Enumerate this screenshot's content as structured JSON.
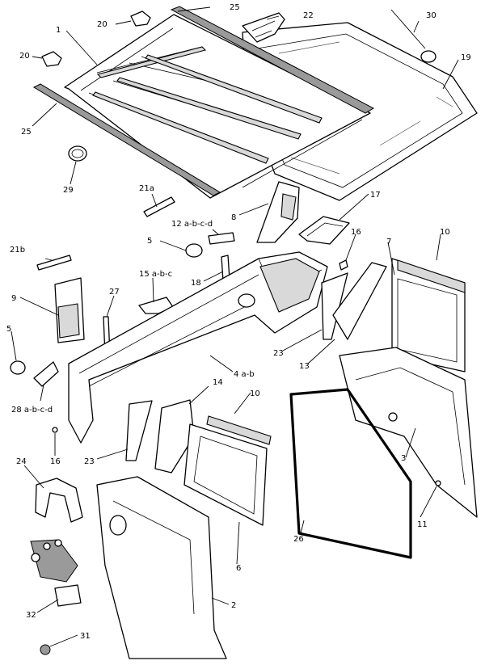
{
  "callouts": [
    {
      "id": "c1",
      "text": "1"
    },
    {
      "id": "c2",
      "text": "2"
    },
    {
      "id": "c3",
      "text": "3"
    },
    {
      "id": "c4",
      "text": "4 a-b"
    },
    {
      "id": "c5a",
      "text": "5"
    },
    {
      "id": "c5b",
      "text": "5"
    },
    {
      "id": "c6",
      "text": "6"
    },
    {
      "id": "c7",
      "text": "7"
    },
    {
      "id": "c8",
      "text": "8"
    },
    {
      "id": "c9",
      "text": "9"
    },
    {
      "id": "c10a",
      "text": "10"
    },
    {
      "id": "c10b",
      "text": "10"
    },
    {
      "id": "c11",
      "text": "11"
    },
    {
      "id": "c12",
      "text": "12 a-b-c-d"
    },
    {
      "id": "c13",
      "text": "13"
    },
    {
      "id": "c14",
      "text": "14"
    },
    {
      "id": "c15",
      "text": "15 a-b-c"
    },
    {
      "id": "c16a",
      "text": "16"
    },
    {
      "id": "c16b",
      "text": "16"
    },
    {
      "id": "c17",
      "text": "17"
    },
    {
      "id": "c18",
      "text": "18"
    },
    {
      "id": "c19",
      "text": "19"
    },
    {
      "id": "c20a",
      "text": "20"
    },
    {
      "id": "c20b",
      "text": "20"
    },
    {
      "id": "c21a",
      "text": "21a"
    },
    {
      "id": "c21b",
      "text": "21b"
    },
    {
      "id": "c22",
      "text": "22"
    },
    {
      "id": "c23a",
      "text": "23"
    },
    {
      "id": "c23b",
      "text": "23"
    },
    {
      "id": "c24",
      "text": "24"
    },
    {
      "id": "c25a",
      "text": "25"
    },
    {
      "id": "c25b",
      "text": "25"
    },
    {
      "id": "c26",
      "text": "26"
    },
    {
      "id": "c27",
      "text": "27"
    },
    {
      "id": "c28",
      "text": "28 a-b-c-d"
    },
    {
      "id": "c29",
      "text": "29"
    },
    {
      "id": "c30",
      "text": "30"
    },
    {
      "id": "c31",
      "text": "31"
    },
    {
      "id": "c32",
      "text": "32"
    }
  ]
}
